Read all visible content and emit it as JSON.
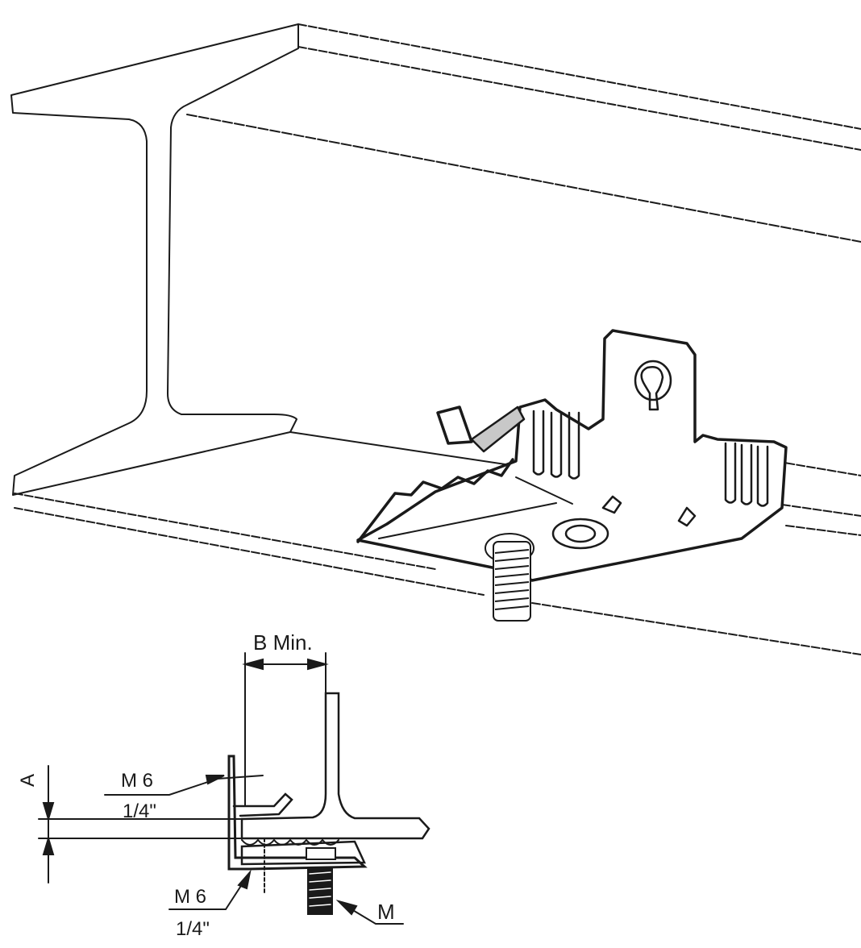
{
  "labels": {
    "b_min": "B Min.",
    "a": "A",
    "m6_top": "M 6",
    "imperial_top": "1/4\"",
    "m6_bottom": "M 6",
    "imperial_bottom": "1/4\"",
    "m": "M"
  },
  "colors": {
    "ink": "#1a1a1a",
    "paper": "#ffffff",
    "steel_shade": "#c8c8c8"
  }
}
